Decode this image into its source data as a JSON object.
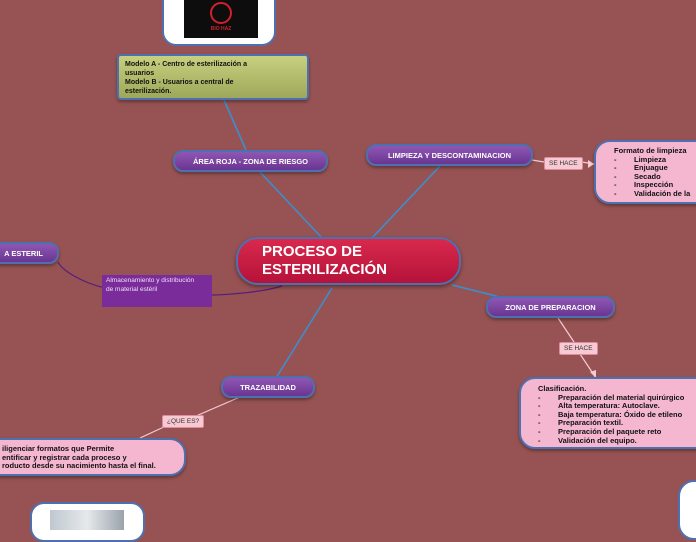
{
  "central_title_line1": "PROCESO DE",
  "central_title_line2": "ESTERILIZACIÓN",
  "area_roja": {
    "label": "ÁREA ROJA - ZONA DE RIESGO",
    "detail_line1": "Modelo A - Centro de esterilización a",
    "detail_line2": "usuarios",
    "detail_line3": "Modelo B - Usuarios a central de",
    "detail_line4": "esterilización."
  },
  "logo_text": "BIO HAZ",
  "limpieza": {
    "label": "LIMPIEZA Y DESCONTAMINACION",
    "connector": "SE HACE",
    "box_title": "Formato de limpieza",
    "bullet": "-",
    "items": [
      "Limpieza",
      "Enjuague",
      "Secado",
      "Inspección",
      "Validación de la"
    ]
  },
  "zona_preparacion": {
    "label": "ZONA DE PREPARACION",
    "connector": "SE HACE",
    "box_title": "Clasificación.",
    "bullet": "-",
    "items": [
      "Preparación del material quirúrgico",
      "Alta temperatura: Autoclave.",
      "Baja temperatura: Óxido de etileno",
      "Preparación textil.",
      "Preparación del paquete reto",
      "Validación del equipo."
    ]
  },
  "trazabilidad": {
    "label": "TRAZABILIDAD",
    "connector": "¿QUE ES?",
    "line1": "iligenciar  formatos que Permite",
    "line2": "entificar y  registrar cada proceso y",
    "line3": "roducto desde su nacimiento hasta el final."
  },
  "esteril": {
    "label": "A ESTERIL",
    "connector_line1": "Almacenamiento y distribución",
    "connector_line2": "de material estéril"
  }
}
